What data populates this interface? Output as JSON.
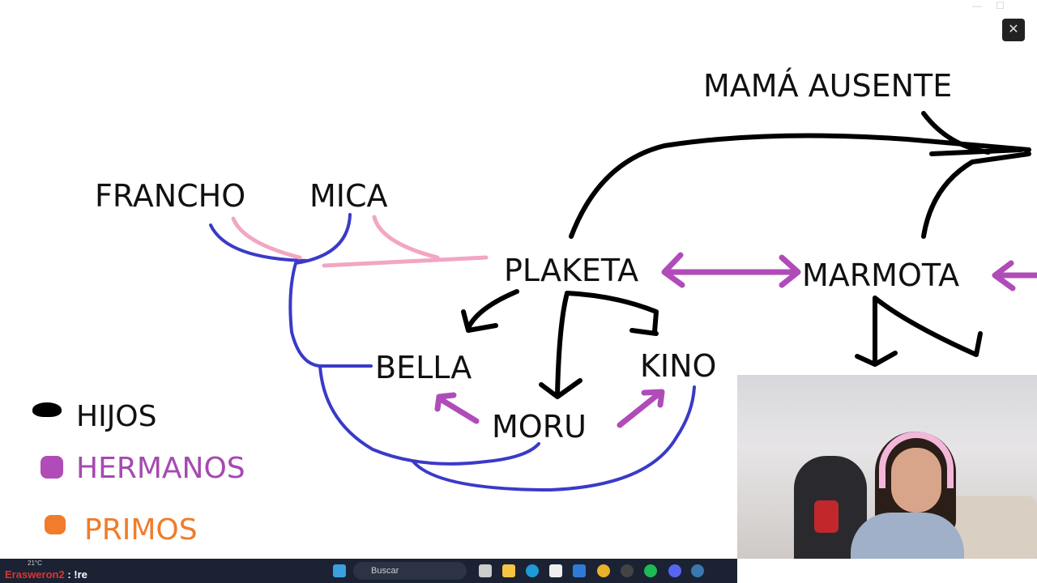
{
  "window": {
    "close_label": "✕",
    "min_label": "—",
    "max_label": "☐"
  },
  "diagram": {
    "title": "MAMÁ AUSENTE",
    "nodes": {
      "francho": "FRANCHO",
      "mica": "MICA",
      "plaketa": "PLAKETA",
      "marmota": "MARMOTA",
      "bella": "BELLA",
      "kino": "KINO",
      "moru": "MORU"
    },
    "legend": [
      {
        "label": "HIJOS",
        "color": "#000000"
      },
      {
        "label": "HERMANOS",
        "color": "#b04cb8"
      },
      {
        "label": "PRIMOS",
        "color": "#f07c2c"
      }
    ],
    "colors": {
      "parent": "#3a3ac8",
      "pink": "#f0a0c0",
      "sibling": "#b04cb8",
      "child": "#000000"
    }
  },
  "taskbar": {
    "chat_user": "Erasweron2",
    "chat_message": " : !re",
    "temperature": "21°C",
    "search_placeholder": "Buscar"
  }
}
